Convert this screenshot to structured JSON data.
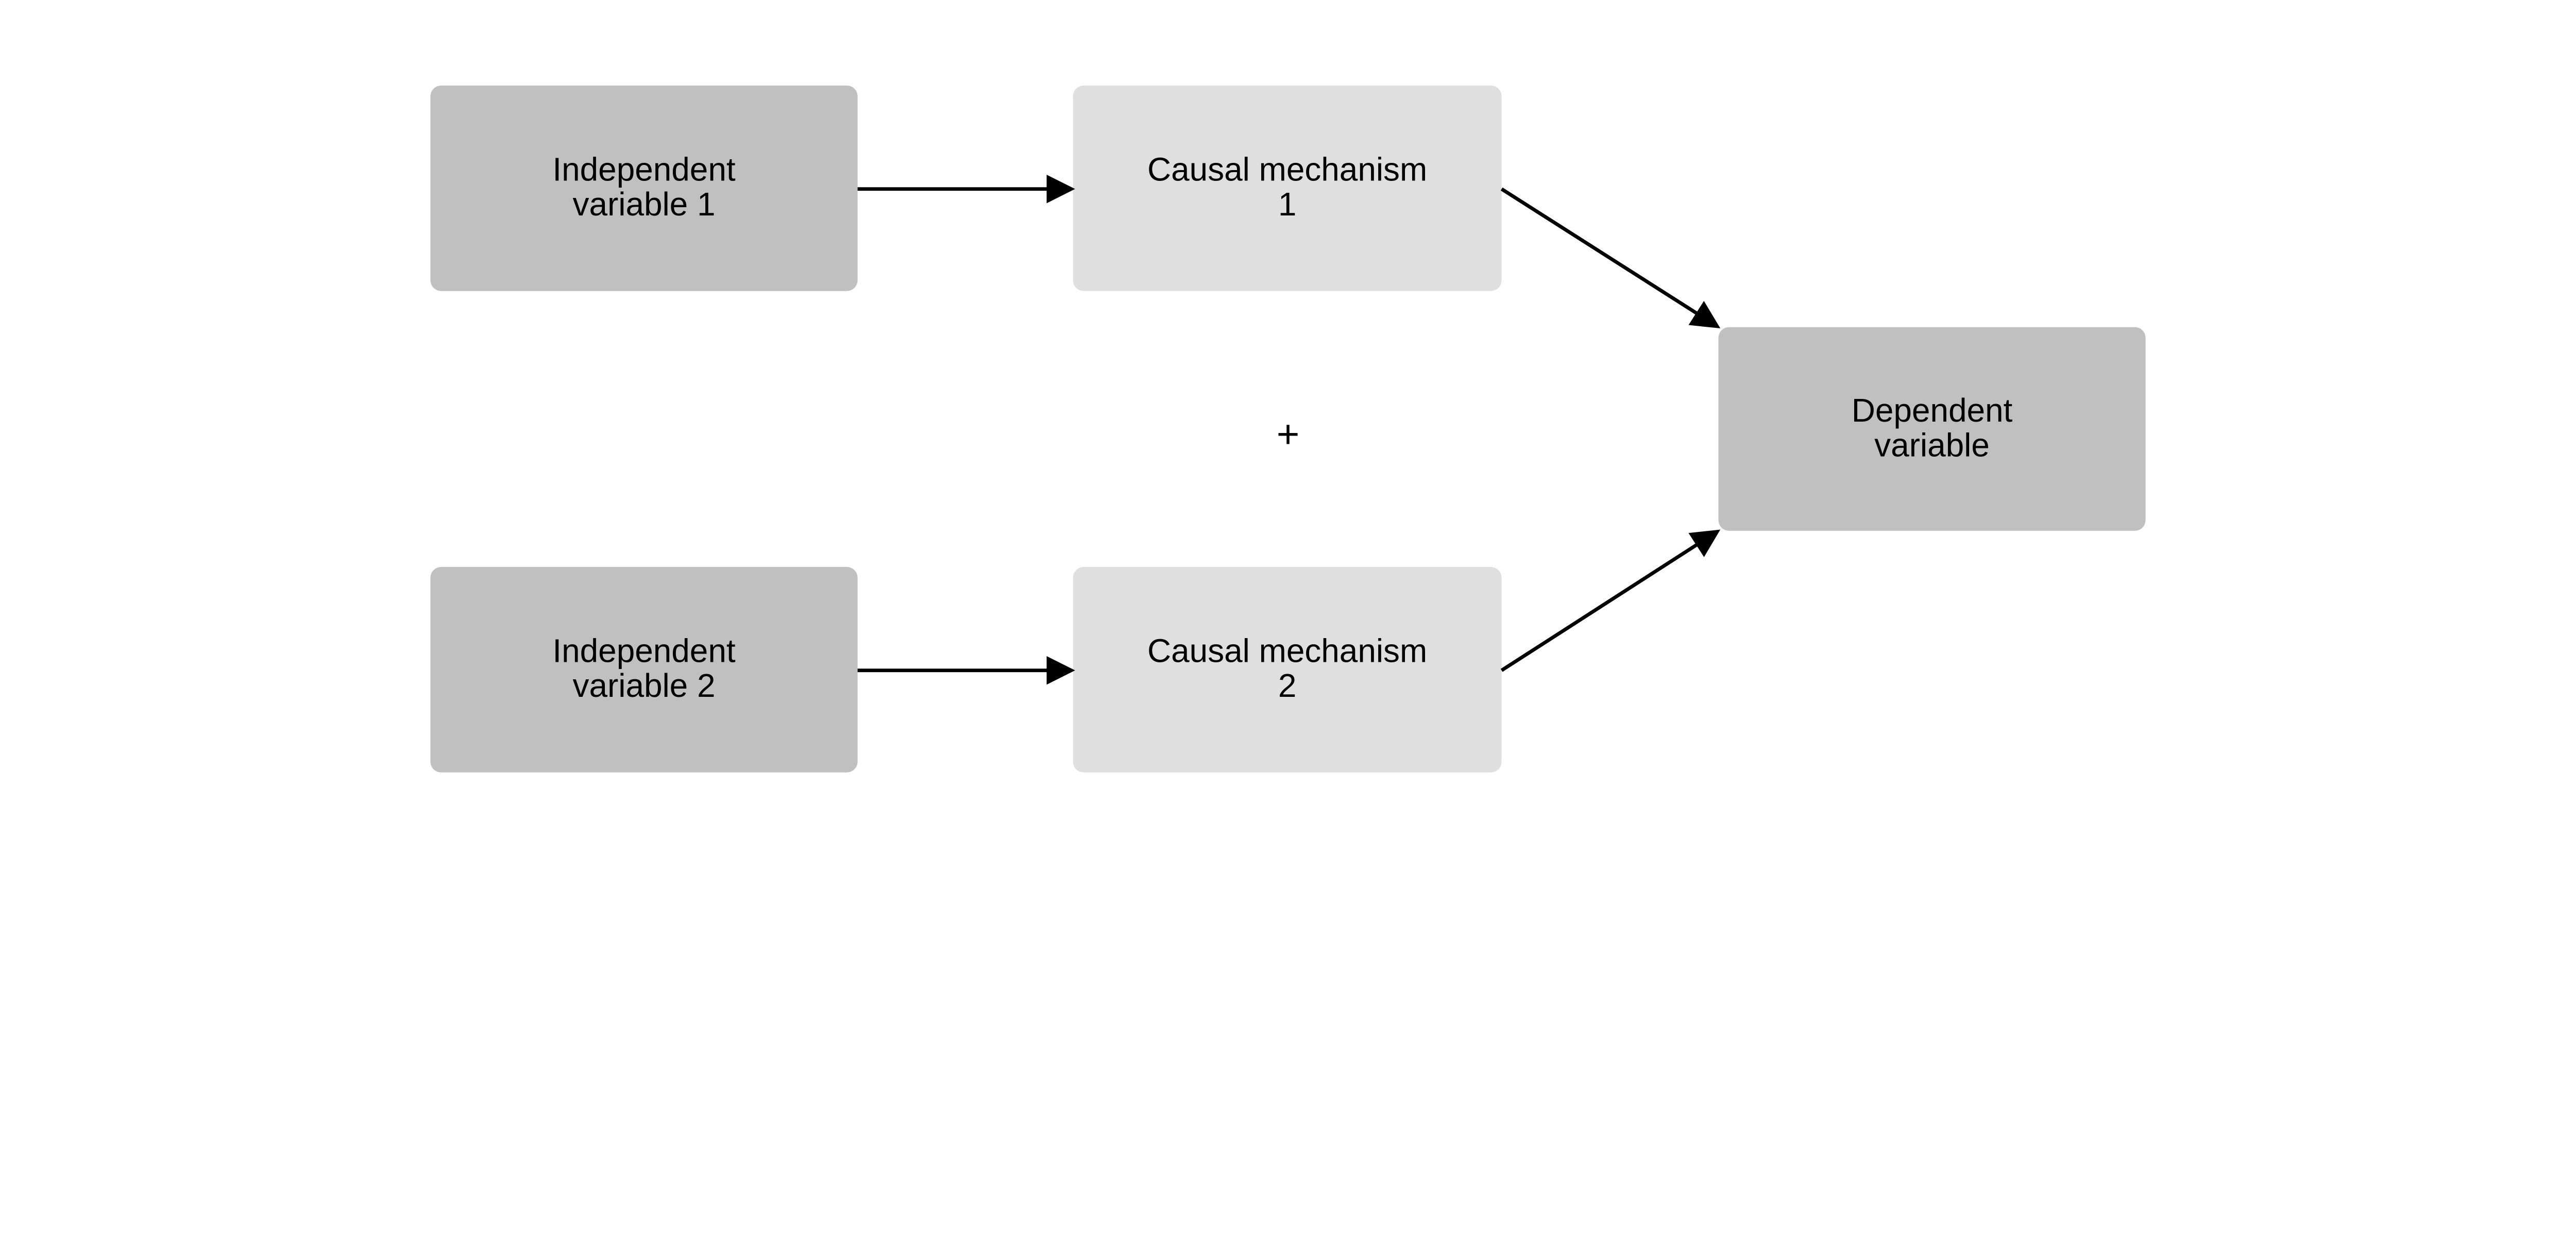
{
  "nodes": {
    "iv1": {
      "line1": "Independent",
      "line2": "variable 1",
      "color": "#c0c0c0"
    },
    "iv2": {
      "line1": "Independent",
      "line2": "variable 2",
      "color": "#c0c0c0"
    },
    "cm1": {
      "line1": "Causal mechanism",
      "line2": "1",
      "color": "#dfdfdf"
    },
    "cm2": {
      "line1": "Causal mechanism",
      "line2": "2",
      "color": "#dfdfdf"
    },
    "dv": {
      "line1": "Dependent",
      "line2": "variable",
      "color": "#c0c0c0"
    }
  },
  "plus_sign": "+",
  "edges": [
    {
      "from": "iv1",
      "to": "cm1"
    },
    {
      "from": "iv2",
      "to": "cm2"
    },
    {
      "from": "cm1",
      "to": "dv"
    },
    {
      "from": "cm2",
      "to": "dv"
    }
  ]
}
